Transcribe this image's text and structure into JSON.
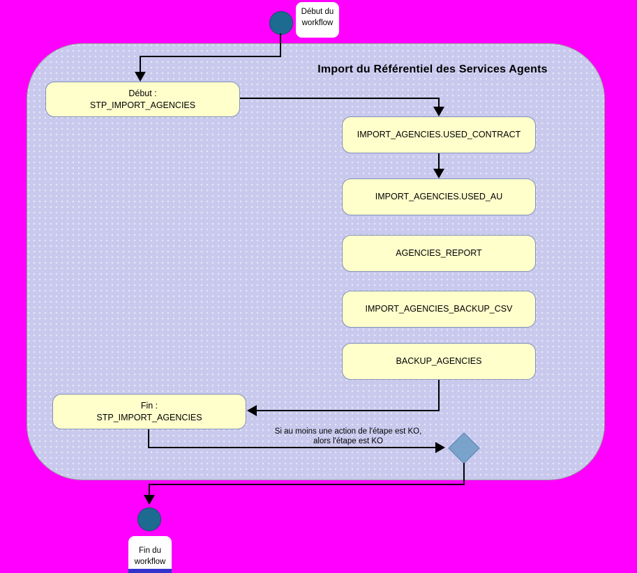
{
  "colors": {
    "background": "#ff00ff",
    "container-fill": "#c9c9ee",
    "container-border": "#9a9a9a",
    "box-fill": "#ffffcc",
    "box-border": "#8191b8",
    "node-fill": "#1d6b90",
    "node-border": "#10506e",
    "diamond-fill": "#7aa3cc",
    "diamond-border": "#5b84ad",
    "line-color": "#000000",
    "label-fill": "#ffffff",
    "label-strip": "#3333cc",
    "text-color": "#000000"
  },
  "diagram": {
    "title": "Import du Référentiel des Services Agents",
    "start_label": "Début du workflow",
    "end_label": "Fin du workflow",
    "step_start": {
      "line1": "Début :",
      "line2": "STP_IMPORT_AGENCIES"
    },
    "actions": [
      "IMPORT_AGENCIES.USED_CONTRACT",
      "IMPORT_AGENCIES.USED_AU",
      "AGENCIES_REPORT",
      "IMPORT_AGENCIES_BACKUP_CSV",
      "BACKUP_AGENCIES"
    ],
    "step_end": {
      "line1": "Fin :",
      "line2": "STP_IMPORT_AGENCIES"
    },
    "condition": {
      "line1": "Si au moins une action de l'étape est KO,",
      "line2": "alors l'étape est KO"
    }
  }
}
